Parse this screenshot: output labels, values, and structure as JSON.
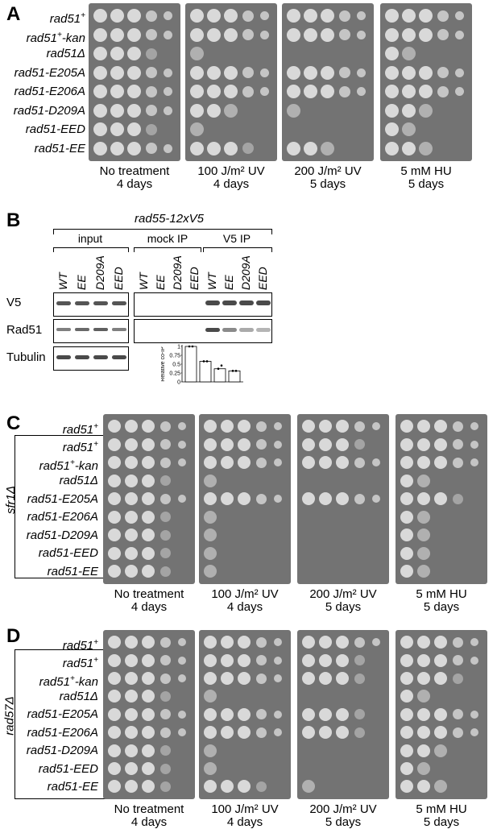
{
  "panels": {
    "A": {
      "letter": "A",
      "strains": [
        "rad51",
        "rad51",
        "rad51Δ",
        "rad51-E205A",
        "rad51-E206A",
        "rad51-D209A",
        "rad51-EED",
        "rad51-EE"
      ],
      "strain_sup": [
        "+",
        "+",
        "",
        "",
        "",
        "",
        "",
        ""
      ],
      "strain_suffix": [
        "",
        "-kan",
        "",
        "",
        "",
        "",
        "",
        ""
      ],
      "conditions": [
        {
          "line1": "No treatment",
          "line2": "4 days"
        },
        {
          "line1": "100 J/m² UV",
          "line2": "4 days"
        },
        {
          "line1": "200 J/m² UV",
          "line2": "5 days"
        },
        {
          "line1": "5 mM HU",
          "line2": "5 days"
        }
      ]
    },
    "B": {
      "letter": "B",
      "title": "rad55-12xV5",
      "groups": [
        "input",
        "mock IP",
        "V5 IP"
      ],
      "lanes": [
        "WT",
        "EE",
        "D209A",
        "EED"
      ],
      "rows": [
        "V5",
        "Rad51",
        "Tubulin"
      ],
      "inset": {
        "ylabel": "Relative co-IP",
        "yticks": [
          "1",
          "0.75",
          "0.5",
          "0.25",
          "0"
        ],
        "values": [
          1.0,
          0.58,
          0.37,
          0.31
        ]
      }
    },
    "C": {
      "letter": "C",
      "side_label": "sfr1Δ",
      "strains": [
        "rad51",
        "rad51",
        "rad51",
        "rad51Δ",
        "rad51-E205A",
        "rad51-E206A",
        "rad51-D209A",
        "rad51-EED",
        "rad51-EE"
      ],
      "strain_sup": [
        "+",
        "+",
        "+",
        "",
        "",
        "",
        "",
        "",
        ""
      ],
      "strain_suffix": [
        "",
        "",
        "-kan",
        "",
        "",
        "",
        "",
        "",
        ""
      ],
      "conditions": [
        {
          "line1": "No treatment",
          "line2": "4 days"
        },
        {
          "line1": "100 J/m² UV",
          "line2": "4 days"
        },
        {
          "line1": "200 J/m² UV",
          "line2": "5 days"
        },
        {
          "line1": "5 mM HU",
          "line2": "5 days"
        }
      ]
    },
    "D": {
      "letter": "D",
      "side_label": "rad57Δ",
      "strains": [
        "rad51",
        "rad51",
        "rad51",
        "rad51Δ",
        "rad51-E205A",
        "rad51-E206A",
        "rad51-D209A",
        "rad51-EED",
        "rad51-EE"
      ],
      "strain_sup": [
        "+",
        "+",
        "+",
        "",
        "",
        "",
        "",
        "",
        ""
      ],
      "strain_suffix": [
        "",
        "",
        "-kan",
        "",
        "",
        "",
        "",
        "",
        ""
      ],
      "conditions": [
        {
          "line1": "No treatment",
          "line2": "4 days"
        },
        {
          "line1": "100 J/m² UV",
          "line2": "4 days"
        },
        {
          "line1": "200 J/m² UV",
          "line2": "5 days"
        },
        {
          "line1": "5 mM HU",
          "line2": "5 days"
        }
      ]
    }
  },
  "colors": {
    "plate": "#737373",
    "colony": "#d9d9d9",
    "band": "#2a2a2a"
  }
}
